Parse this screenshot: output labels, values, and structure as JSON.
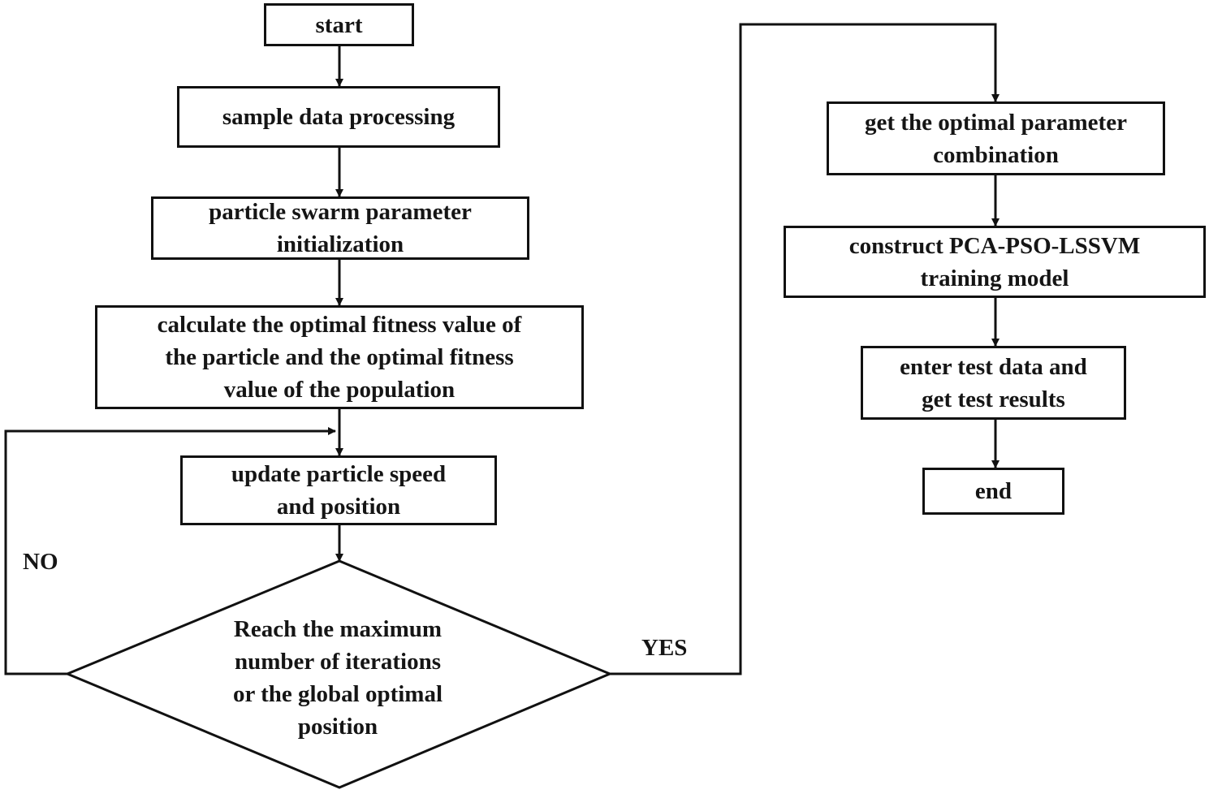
{
  "flowchart": {
    "nodes": {
      "start": "start",
      "sample_data": "sample data processing",
      "pso_init": "particle swarm parameter\ninitialization",
      "calc_fitness": "calculate the optimal fitness value of\nthe particle and the optimal fitness\nvalue of the population",
      "update_particle": "update particle speed\nand position",
      "decision": "Reach the maximum\nnumber of iterations\nor the global optimal\nposition",
      "optimal_params": "get the optimal parameter\ncombination",
      "construct_model": "construct PCA-PSO-LSSVM\ntraining model",
      "test_data": "enter test data and\nget test results",
      "end": "end"
    },
    "edge_labels": {
      "no": "NO",
      "yes": "YES"
    }
  },
  "colors": {
    "stroke": "#111111",
    "text": "#151515",
    "background": "#ffffff"
  }
}
